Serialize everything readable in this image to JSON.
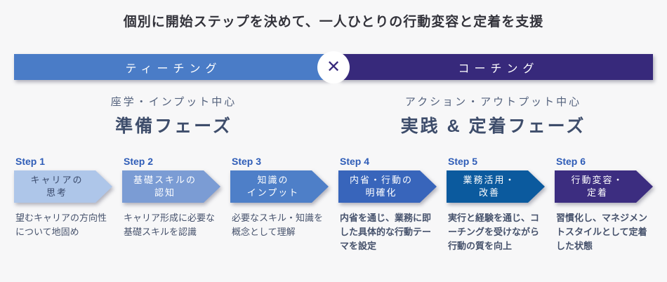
{
  "title": "個別に開始ステップを決めて、一人ひとりの行動変容と定着を支援",
  "header": {
    "teaching_label": "ティーチング",
    "coaching_label": "コーチング",
    "cross_icon": "✕",
    "teaching_color": "#4a7cc7",
    "coaching_color": "#37297b"
  },
  "phases": {
    "teaching": {
      "subtitle": "座学・インプット中心",
      "title": "準備フェーズ"
    },
    "coaching": {
      "subtitle": "アクション・アウトプット中心",
      "title": "実践 & 定着フェーズ"
    }
  },
  "steps": [
    {
      "label": "Step 1",
      "name": "キャリアの\n思考",
      "description": "望むキャリアの方向性について地固め",
      "color": "#aec6e9",
      "text_color": "#3a4a6b",
      "desc_bold": false
    },
    {
      "label": "Step 2",
      "name": "基礎スキルの\n認知",
      "description": "キャリア形成に必要な基礎スキルを認識",
      "color": "#7b9cd4",
      "text_color": "#ffffff",
      "desc_bold": false
    },
    {
      "label": "Step 3",
      "name": "知識の\nインプット",
      "description": "必要なスキル・知識を概念として理解",
      "color": "#4e7fc8",
      "text_color": "#ffffff",
      "desc_bold": false
    },
    {
      "label": "Step 4",
      "name": "内省・行動の\n明確化",
      "description": "内省を通じ、業務に即した具体的な行動テーマを設定",
      "color": "#3865bb",
      "text_color": "#ffffff",
      "desc_bold": true
    },
    {
      "label": "Step 5",
      "name": "業務活用・\n改善",
      "description": "実行と経験を通じ、コーチングを受けながら行動の質を向上",
      "color": "#0b5a9e",
      "text_color": "#ffffff",
      "desc_bold": true
    },
    {
      "label": "Step 6",
      "name": "行動変容・\n定着",
      "description": "習慣化し、マネジメントスタイルとして定着した状態",
      "color": "#3c2d80",
      "text_color": "#ffffff",
      "desc_bold": true
    }
  ]
}
